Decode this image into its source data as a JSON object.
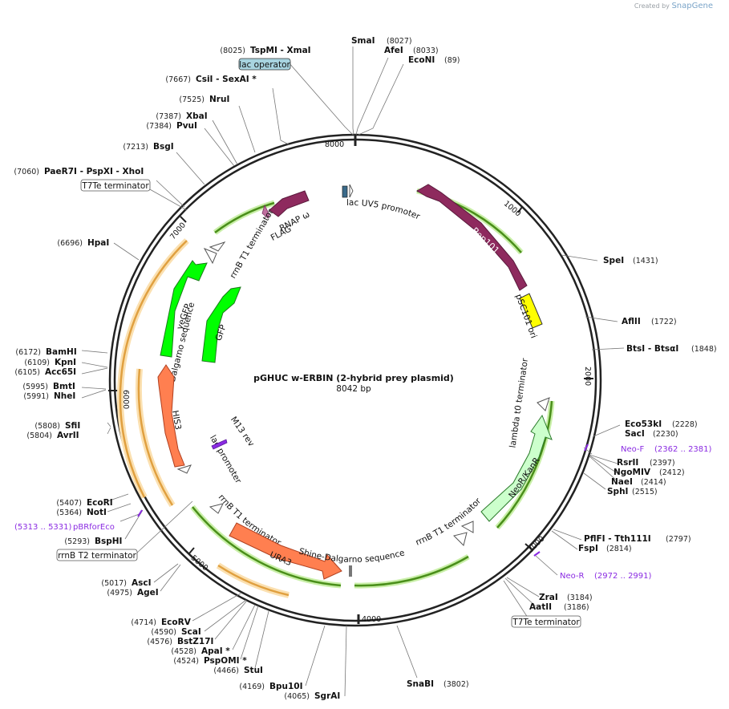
{
  "header": {
    "created_by": "Created by",
    "brand": "SnapGene"
  },
  "plasmid": {
    "name": "pGHUC w-ERBIN (2-hybrid prey plasmid)",
    "length_label": "8042 bp",
    "length": 8042
  },
  "ticks": [
    "1000",
    "2000",
    "3000",
    "4000",
    "5000",
    "6000",
    "7000",
    "8000"
  ],
  "enzymes_left": [
    {
      "label": "TspMI  - XmaI",
      "pos": "(8025)"
    },
    {
      "label": "CsiI  - SexAI *",
      "pos": "(7667)"
    },
    {
      "label": "NruI",
      "pos": "(7525)"
    },
    {
      "label": "XbaI",
      "pos": "(7387)"
    },
    {
      "label": "PvuI",
      "pos": "(7384)"
    },
    {
      "label": "BsgI",
      "pos": "(7213)"
    },
    {
      "label": "PaeR7I  - PspXI  - XhoI",
      "pos": "(7060)"
    },
    {
      "label": "HpaI",
      "pos": "(6696)"
    },
    {
      "label": "BamHI",
      "pos": "(6172)"
    },
    {
      "label": "KpnI",
      "pos": "(6109)"
    },
    {
      "label": "Acc65I",
      "pos": "(6105)"
    },
    {
      "label": "BmtI",
      "pos": "(5995)"
    },
    {
      "label": "NheI",
      "pos": "(5991)"
    },
    {
      "label": "SfiI",
      "pos": "(5808)"
    },
    {
      "label": "AvrII",
      "pos": "(5804)"
    },
    {
      "label": "EcoRI",
      "pos": "(5407)"
    },
    {
      "label": "NotI",
      "pos": "(5364)"
    },
    {
      "label": "BspHI",
      "pos": "(5293)"
    },
    {
      "label": "AscI",
      "pos": "(5017)"
    },
    {
      "label": "AgeI",
      "pos": "(4975)"
    },
    {
      "label": "EcoRV",
      "pos": "(4714)"
    },
    {
      "label": "ScaI",
      "pos": "(4590)"
    },
    {
      "label": "BstZ17I",
      "pos": "(4576)"
    },
    {
      "label": "ApaI *",
      "pos": "(4528)"
    },
    {
      "label": "PspOMI *",
      "pos": "(4524)"
    },
    {
      "label": "StuI",
      "pos": "(4466)"
    },
    {
      "label": "Bpu10I",
      "pos": "(4169)"
    },
    {
      "label": "SgrAI",
      "pos": "(4065)"
    }
  ],
  "enzymes_right": [
    {
      "label": "SmaI",
      "pos": "(8027)"
    },
    {
      "label": "AfeI",
      "pos": "(8033)"
    },
    {
      "label": "EcoNI",
      "pos": "(89)"
    },
    {
      "label": "SpeI",
      "pos": "(1431)"
    },
    {
      "label": "AflII",
      "pos": "(1722)"
    },
    {
      "label": "BtsI  - BtsαI",
      "pos": "(1848)"
    },
    {
      "label": "Eco53kI",
      "pos": "(2228)"
    },
    {
      "label": "SacI",
      "pos": "(2230)"
    },
    {
      "label": "RsrII",
      "pos": "(2397)"
    },
    {
      "label": "NgoMIV",
      "pos": "(2412)"
    },
    {
      "label": "NaeI",
      "pos": "(2414)"
    },
    {
      "label": "SphI",
      "pos": "(2515)"
    },
    {
      "label": "PflFI  - Tth111I",
      "pos": "(2797)"
    },
    {
      "label": "FspI",
      "pos": "(2814)"
    },
    {
      "label": "ZraI",
      "pos": "(3184)"
    },
    {
      "label": "AatII",
      "pos": "(3186)"
    },
    {
      "label": "SnaBI",
      "pos": "(3802)"
    }
  ],
  "boxed_labels": {
    "lac_operator": "lac operator",
    "t7te_top": "T7Te terminator",
    "t7te_bottom": "T7Te terminator",
    "rrnb_t2": "rrnB T2 terminator"
  },
  "primers": [
    {
      "label": "Neo-F",
      "range": "(2362 .. 2381)"
    },
    {
      "label": "Neo-R",
      "range": "(2972 .. 2991)"
    },
    {
      "label": "pBRforEco",
      "range": "(5313 .. 5331)"
    }
  ],
  "features": {
    "rep101": "Rep101",
    "psc101_ori": "pSC101 ori",
    "lac_uv5": "lac UV5 promoter",
    "rnap_omega": "RNAP ω",
    "flag": "FLAG",
    "rrnb_t1_top": "rrnB T1 terminator",
    "yegfp": "yeGFP",
    "gfp": "GFP",
    "shine_left": "Shine-Dalgarno sequence",
    "his3": "HIS3",
    "lac_promoter": "lac promoter",
    "m13_rev": "M13 rev",
    "rrnb_t1_bottom": "rrnB T1 terminator",
    "ura3": "URA3",
    "shine_bottom": "Shine-Dalgarno sequence",
    "rrnb_t1_right": "rrnB T1 terminator",
    "neokanr": "NeoR/KanR",
    "lambda_t0": "lambda t0 terminator"
  },
  "colors": {
    "rep101": "#8e2a5e",
    "psc101_ori": "#ffff00",
    "gfp": "#00ff00",
    "his3": "#ff7f50",
    "ura3": "#ff7f50",
    "neokanr": "#ccffcc",
    "orange_orf": "#f5b041",
    "green_orf": "#6abf2a",
    "primer": "#8a2be2"
  }
}
